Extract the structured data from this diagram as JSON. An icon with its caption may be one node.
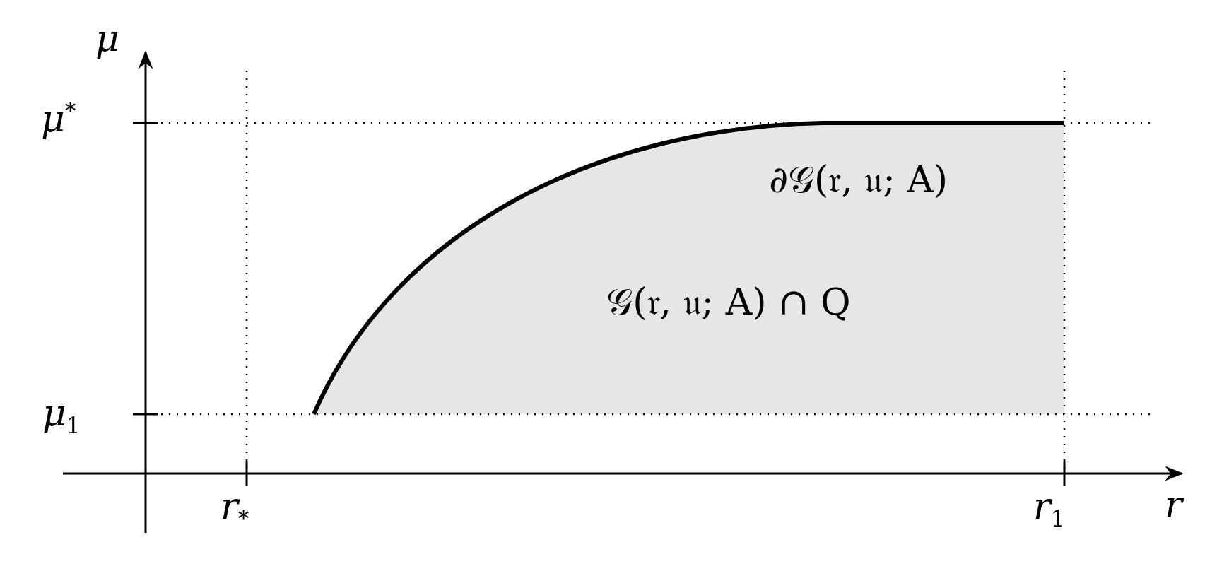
{
  "diagram": {
    "nodes": [
      {
        "text": [
          "𝒢(𝔯, 𝔲; A) ∩ Q"
        ]
      }
    ],
    "edges": [],
    "labels": [
      "μ",
      "μ$^{*}$",
      "∂𝒢(𝔯, 𝔲; A)",
      "μ$_{1}$",
      "r$_{*}$",
      "r$_{1}$",
      "r"
    ]
  }
}
